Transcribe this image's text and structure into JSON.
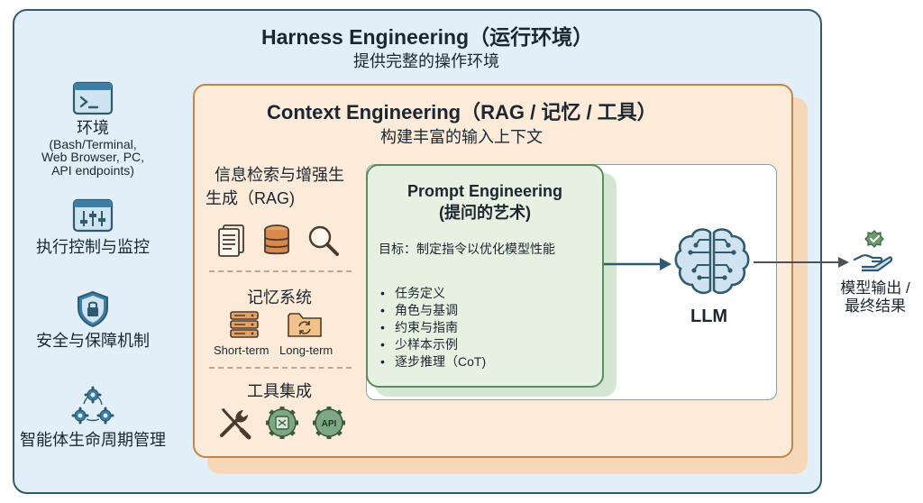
{
  "harness": {
    "title": "Harness Engineering（运行环境）",
    "subtitle": "提供完整的操作环境",
    "items": [
      {
        "label": "环境",
        "detail": [
          "(Bash/Terminal,",
          "Web Browser, PC,",
          "API endpoints)"
        ],
        "icon": "terminal-icon"
      },
      {
        "label": "执行控制与监控",
        "icon": "sliders-icon"
      },
      {
        "label": "安全与保障机制",
        "icon": "shield-lock-icon"
      },
      {
        "label": "智能体生命周期管理",
        "icon": "gears-cycle-icon"
      }
    ]
  },
  "context": {
    "title": "Context Engineering（RAG / 记忆 / 工具）",
    "subtitle": "构建丰富的输入上下文",
    "rag": {
      "label_line1": "信息检索与增强生",
      "label_line2": "生成（RAG)",
      "icons": [
        "documents-icon",
        "database-icon",
        "magnifier-icon"
      ]
    },
    "memory": {
      "label": "记忆系统",
      "short_term": "Short-term",
      "long_term": "Long-term"
    },
    "tools": {
      "label": "工具集成",
      "api": "API",
      "icons": [
        "wrench-screwdriver-icon",
        "gear-chip-icon",
        "api-gear-icon"
      ]
    }
  },
  "prompt": {
    "title_line1": "Prompt Engineering",
    "title_line2": "(提问的艺术)",
    "goal": "目标：制定指令以优化模型性能",
    "bullets": [
      "任务定义",
      "角色与基调",
      "约束与指南",
      "少样本示例",
      "逐步推理（CoT)"
    ]
  },
  "llm": {
    "label": "LLM"
  },
  "output": {
    "line1": "模型输出 /",
    "line2": "最终结果"
  },
  "colors": {
    "harness_bg": "#e3eff8",
    "harness_border": "#2f5b6f",
    "context_bg": "#fcebd8",
    "context_border": "#c7844a",
    "prompt_bg": "#e6f1e2",
    "prompt_border": "#5a8c61",
    "icon_blue": "#3d7ea6",
    "icon_orange": "#d9894a",
    "icon_green": "#6a9a6e"
  }
}
